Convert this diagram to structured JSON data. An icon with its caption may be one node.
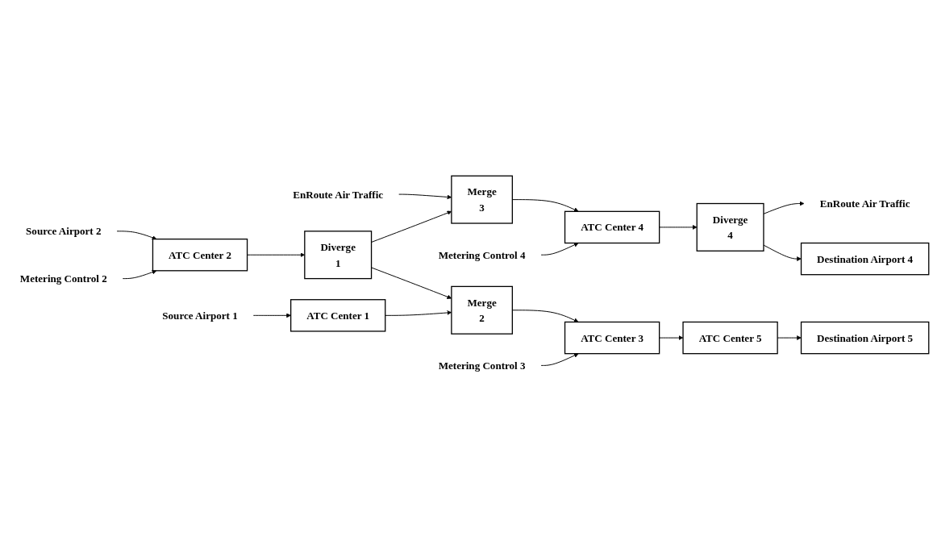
{
  "diagram": {
    "nodes": [
      {
        "text": [
          "EnRoute Air Traffic"
        ]
      },
      {
        "text": [
          "Source Airport 2"
        ]
      },
      {
        "text": [
          "ATC Center 2"
        ]
      },
      {
        "text": [
          "Metering Control 2"
        ]
      },
      {
        "text": [
          "Diverge",
          "1"
        ]
      },
      {
        "text": [
          "Merge",
          "3"
        ]
      },
      {
        "text": [
          "ATC Center 4"
        ]
      },
      {
        "text": [
          "Metering Control 4"
        ]
      },
      {
        "text": [
          "Diverge",
          "4"
        ]
      },
      {
        "text": [
          "EnRoute Air Traffic"
        ]
      },
      {
        "text": [
          "Destination Airport 4"
        ]
      },
      {
        "text": [
          "Merge",
          "2"
        ]
      },
      {
        "text": [
          "Source Airport 1"
        ]
      },
      {
        "text": [
          "ATC Center 1"
        ]
      },
      {
        "text": [
          "ATC Center 3"
        ]
      },
      {
        "text": [
          "Metering Control 3"
        ]
      },
      {
        "text": [
          "ATC Center 5"
        ]
      },
      {
        "text": [
          "Destination Airport 5"
        ]
      }
    ],
    "edges": [
      {
        "from": 0,
        "to": 5,
        "arrow": "to"
      },
      {
        "from": 1,
        "to": 2,
        "arrow": "to"
      },
      {
        "from": 3,
        "to": 2,
        "arrow": "to"
      },
      {
        "from": 2,
        "to": 4,
        "arrow": "to"
      },
      {
        "from": 4,
        "to": 5,
        "arrow": "to"
      },
      {
        "from": 4,
        "to": 11,
        "arrow": "to"
      },
      {
        "from": 5,
        "to": 6,
        "arrow": "to"
      },
      {
        "from": 7,
        "to": 6,
        "arrow": "to"
      },
      {
        "from": 6,
        "to": 8,
        "arrow": "to"
      },
      {
        "from": 8,
        "to": 9,
        "arrow": "to"
      },
      {
        "from": 8,
        "to": 10,
        "arrow": "to"
      },
      {
        "from": 12,
        "to": 13,
        "arrow": "to"
      },
      {
        "from": 13,
        "to": 11,
        "arrow": "to"
      },
      {
        "from": 11,
        "to": 14,
        "arrow": "to"
      },
      {
        "from": 15,
        "to": 14,
        "arrow": "to"
      },
      {
        "from": 14,
        "to": 16,
        "arrow": "to"
      },
      {
        "from": 16,
        "to": 17,
        "arrow": "to"
      }
    ]
  }
}
